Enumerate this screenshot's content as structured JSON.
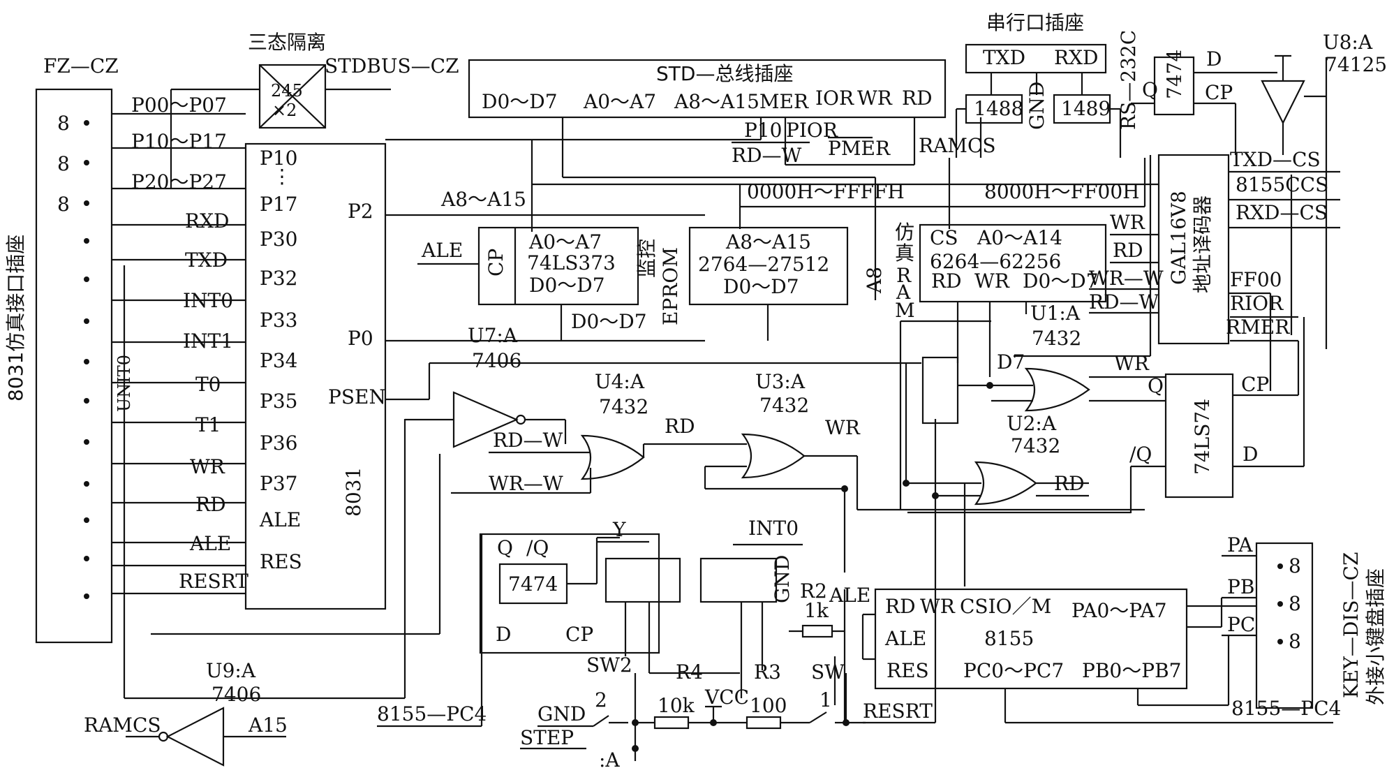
{
  "labels": {
    "fz_cz": "FZ—CZ",
    "three_state": "三态隔离",
    "stdbus_cz": "STDBUS—CZ",
    "std_socket": "STD—总线插座",
    "serial_socket": "串行口插座",
    "u8a": "U8:A",
    "u8_part": "74125",
    "conn8031": "8031仿真接口插座",
    "unit0": "UNIT0",
    "key_socket": "KEY—DIS—CZ",
    "key_socket_desc": "外接小键盘插座",
    "p00_p07": "P00～P07",
    "p10_p17": "P10～P17",
    "p20_p27": "P20～P27",
    "left_rxd": "RXD",
    "left_txd": "TXD",
    "left_int0": "INT0",
    "left_int1": "INT1",
    "left_t0": "T0",
    "left_t1": "T1",
    "left_wr": "WR",
    "left_rd": "RD",
    "left_ale": "ALE",
    "left_resrt": "RESRT",
    "buf245_a": "245",
    "buf245_b": "×2",
    "mcu_p10": "P10",
    "mcu_dots": "⋮",
    "mcu_p17": "P17",
    "mcu_p30": "P30",
    "mcu_p32": "P32",
    "mcu_p33": "P33",
    "mcu_p34": "P34",
    "mcu_p35": "P35",
    "mcu_p36": "P36",
    "mcu_p37": "P37",
    "mcu_ale": "ALE",
    "mcu_res": "RES",
    "mcu_p2": "P2",
    "mcu_p0": "P0",
    "mcu_psen": "PSEN",
    "mcu_name": "8031",
    "std_d": "D0～D7",
    "std_a_lo": "A0～A7",
    "std_a_hi": "A8～A15MER",
    "std_ior": "IOR",
    "std_wr": "WR",
    "std_rd": "RD",
    "p10_label": "P10",
    "pior": "PIOR",
    "pmer": "PMER",
    "rdw_top": "RD—W",
    "ramcs_top": "RAMCS",
    "bus_a8_a15": "A8～A15",
    "range_full": "0000H～FFFFH",
    "range_upper": "8000H～FF00H",
    "ale_in": "ALE",
    "latch_cp": "CP",
    "latch_a": "A0～A7",
    "latch_part": "74LS373",
    "latch_d": "D0～D7",
    "monitor_mark": "监控",
    "eprom_label": "EPROM",
    "eprom_a": "A8～A15",
    "eprom_part": "2764—27512",
    "eprom_d": "D0～D7",
    "bus_d_low": "D0～D7",
    "a8_vert": "A8",
    "sim_ram_1": "仿",
    "sim_ram_2": "真",
    "sim_ram_3": "R",
    "sim_ram_4": "A",
    "sim_ram_5": "M",
    "ram_cs": "CS",
    "ram_a": "A0～A14",
    "ram_part": "6264—62256",
    "ram_rd": "RD",
    "ram_wr": "WR",
    "ram_d": "D0～D7",
    "gal_part": "GAL16V8",
    "gal_desc": "地址译码器",
    "gal_wr": "WR",
    "gal_rd": "RD",
    "gal_wrw": "WR—W",
    "gal_rdw": "RD—W",
    "gal_txdcs": "TXD—CS",
    "gal_8155cs": "8155CCS",
    "gal_rxdcs": "RXD—CS",
    "gal_ff00": "FF00",
    "gal_rior": "RIOR",
    "gal_rmer": "RMER",
    "ser_txd": "TXD",
    "ser_rxd": "RXD",
    "ser_1488": "1488",
    "ser_1489": "1489",
    "ser_gnd": "GND",
    "rs232": "RS—232C",
    "ff7474_top": "7474",
    "ff_d_top": "D",
    "ff_cp_top": "CP",
    "ff_q_top": "Q",
    "u7": "U7:A",
    "u7_part": "7406",
    "u4": "U4:A",
    "u4_part": "7432",
    "u3": "U3:A",
    "u3_part": "7432",
    "u1": "U1:A",
    "u1_part": "7432",
    "u2": "U2:A",
    "u2_part": "7432",
    "u9": "U9:A",
    "u9_part": "7406",
    "rdw_mid": "RD—W",
    "wrw_mid": "WR—W",
    "rd_u4": "RD",
    "wr_u3": "WR",
    "d7": "D7",
    "wr_u1": "WR",
    "rd_u2": "RD",
    "ls74": "74LS74",
    "ls74_q": "Q",
    "ls74_nq": "/Q",
    "ls74_cp": "CP",
    "ls74_d": "D",
    "ff2_q": "Q",
    "ff2_nq": "/Q",
    "ff2_part": "7474",
    "ff2_d": "D",
    "ff2_cp": "CP",
    "y_label": "Y",
    "sw2": "SW2",
    "int0": "INT0",
    "gnd_mid": "GND",
    "r2": "R2",
    "r2_val": "1k",
    "ale_r2": "ALE",
    "r4": "R4",
    "r3": "R3",
    "sw": "SW",
    "res_10k": "10k",
    "vcc": "VCC",
    "res_100": "100",
    "sw_1": "1",
    "sw_2": "2",
    "gnd_bottom": "GND",
    "step": "STEP",
    "a_point": ":A",
    "resrt_bottom": "RESRT",
    "pc4_left": "8155—PC4",
    "pc4_right": "8155—PC4",
    "ramcs_bottom": "RAMCS",
    "a15": "A15",
    "i8155_rd": "RD",
    "i8155_wr": "WR",
    "i8155_csio": "CSIO／M",
    "i8155_pa": "PA0～PA7",
    "i8155_ale": "ALE",
    "i8155_part": "8155",
    "i8155_res": "RES",
    "i8155_pc": "PC0～PC7",
    "i8155_pb": "PB0～PB7",
    "key_pa": "PA",
    "key_pb": "PB",
    "key_pc": "PC",
    "pin8": "8"
  }
}
